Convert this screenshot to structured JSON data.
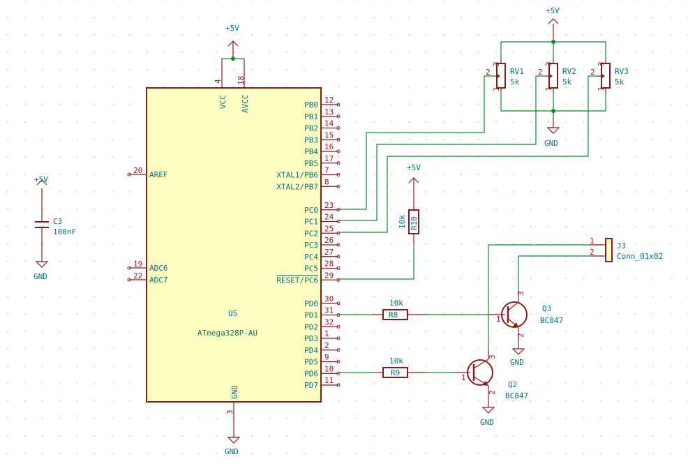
{
  "colors": {
    "wire": "#0c8a2c",
    "component": "#8a1b1b",
    "ic_fill": "#ffffc4",
    "text": "#0a6e7a",
    "junction": "#0c8a2c",
    "grid": "#b4b4b4"
  },
  "power": {
    "plus5v": "+5V",
    "gnd": "GND"
  },
  "u5": {
    "ref": "U5",
    "value": "ATmega328P-AU",
    "top_pins": [
      {
        "name": "VCC",
        "num": "4"
      },
      {
        "name": "AVCC",
        "num": "18"
      }
    ],
    "bottom_pin": {
      "name": "GND",
      "num": "3"
    },
    "left_pins": [
      {
        "name": "AREF",
        "num": "20"
      },
      {
        "name": "ADC6",
        "num": "19"
      },
      {
        "name": "ADC7",
        "num": "22"
      }
    ],
    "right_pins": [
      {
        "name": "PB0",
        "num": "12"
      },
      {
        "name": "PB1",
        "num": "13"
      },
      {
        "name": "PB2",
        "num": "14"
      },
      {
        "name": "PB3",
        "num": "15"
      },
      {
        "name": "PB4",
        "num": "16"
      },
      {
        "name": "PB5",
        "num": "17"
      },
      {
        "name": "XTAL1/PB6",
        "num": "7"
      },
      {
        "name": "XTAL2/PB7",
        "num": "8"
      },
      {
        "name": "",
        "num": ""
      },
      {
        "name": "PC0",
        "num": "23"
      },
      {
        "name": "PC1",
        "num": "24"
      },
      {
        "name": "PC2",
        "num": "25"
      },
      {
        "name": "PC3",
        "num": "26"
      },
      {
        "name": "PC4",
        "num": "27"
      },
      {
        "name": "PC5",
        "num": "28"
      },
      {
        "name": "RESET/PC6",
        "num": "29"
      },
      {
        "name": "",
        "num": ""
      },
      {
        "name": "PD0",
        "num": "30"
      },
      {
        "name": "PD1",
        "num": "31"
      },
      {
        "name": "PD2",
        "num": "32"
      },
      {
        "name": "PD3",
        "num": "1"
      },
      {
        "name": "PD4",
        "num": "2"
      },
      {
        "name": "PD5",
        "num": "9"
      },
      {
        "name": "PD6",
        "num": "10"
      },
      {
        "name": "PD7",
        "num": "11"
      }
    ]
  },
  "c3": {
    "ref": "C3",
    "value": "100nF"
  },
  "pots": [
    {
      "ref": "RV1",
      "value": "5k",
      "pin_wiper": "2",
      "pin_top": "3",
      "pin_bottom": "1"
    },
    {
      "ref": "RV2",
      "value": "5k",
      "pin_wiper": "2",
      "pin_top": "3",
      "pin_bottom": "1"
    },
    {
      "ref": "RV3",
      "value": "5k",
      "pin_wiper": "2",
      "pin_top": "3",
      "pin_bottom": "1"
    }
  ],
  "r10": {
    "ref": "R10",
    "value": "10k"
  },
  "r8": {
    "ref": "R8",
    "value": "10k"
  },
  "r9": {
    "ref": "R9",
    "value": "10k"
  },
  "q3": {
    "ref": "Q3",
    "value": "BC847",
    "pin_b": "1",
    "pin_c": "3",
    "pin_e": "2"
  },
  "q2": {
    "ref": "Q2",
    "value": "BC847",
    "pin_b": "1",
    "pin_c": "3",
    "pin_e": "2"
  },
  "j3": {
    "ref": "J3",
    "value": "Conn_01x02",
    "pin1": "1",
    "pin2": "2"
  }
}
